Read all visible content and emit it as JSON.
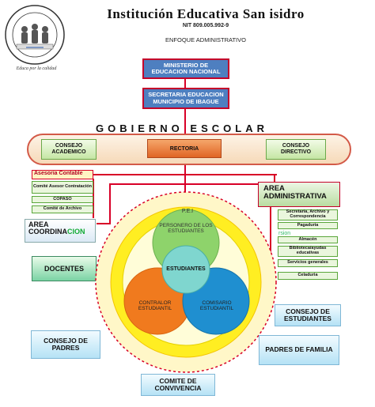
{
  "header": {
    "title": "Institución Educativa San isidro",
    "nit": "NIT 809.005.992-9",
    "subtitle": "ENFOQUE ADMINISTRATIVO",
    "logo_caption": "Educa por la calidad"
  },
  "top_boxes": {
    "ministerio": "MINISTERIO DE EDUCACION NACIONAL",
    "secretaria": "SECRETARIA EDUCACION MUNICIPIO DE IBAGUE"
  },
  "gobierno": {
    "label": "GOBIERNO ESCOLAR",
    "consejo_academico": "CONSEJO ACADEMICO",
    "rectoria": "RECTORIA",
    "consejo_directivo": "CONSEJO DIRECTIVO"
  },
  "left": {
    "asesoria": "Asesoria Contable",
    "items": [
      "Comité Asesor Contratación",
      "COPASO",
      "Comité de Archivo"
    ],
    "area_coord_1": "AREA",
    "area_coord_2": "COORDINA",
    "area_coord_3": "CION",
    "docentes": "DOCENTES"
  },
  "right": {
    "area_adm": "AREA ADMINISTRATIVA",
    "items": [
      "Secretaria, Archivo y Correspondencia",
      "Pagaduria",
      "Almacén",
      "Biblioteca/ayudas educativas",
      "Servicios generales",
      "Celaduria"
    ],
    "watermark": "rsion"
  },
  "circle": {
    "pei": "P.E.I",
    "personero": "PERSONERO DE LOS ESTUDIANTES",
    "estudiantes": "ESTUDIANTES",
    "contralor": "CONTRALOR ESTUDIANTIL",
    "comisario": "COMISARIO ESTUDIANTIL"
  },
  "bottom": {
    "consejo_padres": "CONSEJO DE PADRES",
    "comite_convivencia": "COMITE DE CONVIVENCIA",
    "consejo_estudiantes": "CONSEJO DE ESTUDIANTES",
    "padres_familia": "PADRES DE FAMILIA"
  },
  "colors": {
    "accent_red": "#d80027",
    "box_blue": "#4e7fc0",
    "circle_yellow": "#ffee22",
    "circle_green": "#8ed36b",
    "circle_orange": "#f07a1e",
    "circle_blue": "#1f8fd0"
  }
}
